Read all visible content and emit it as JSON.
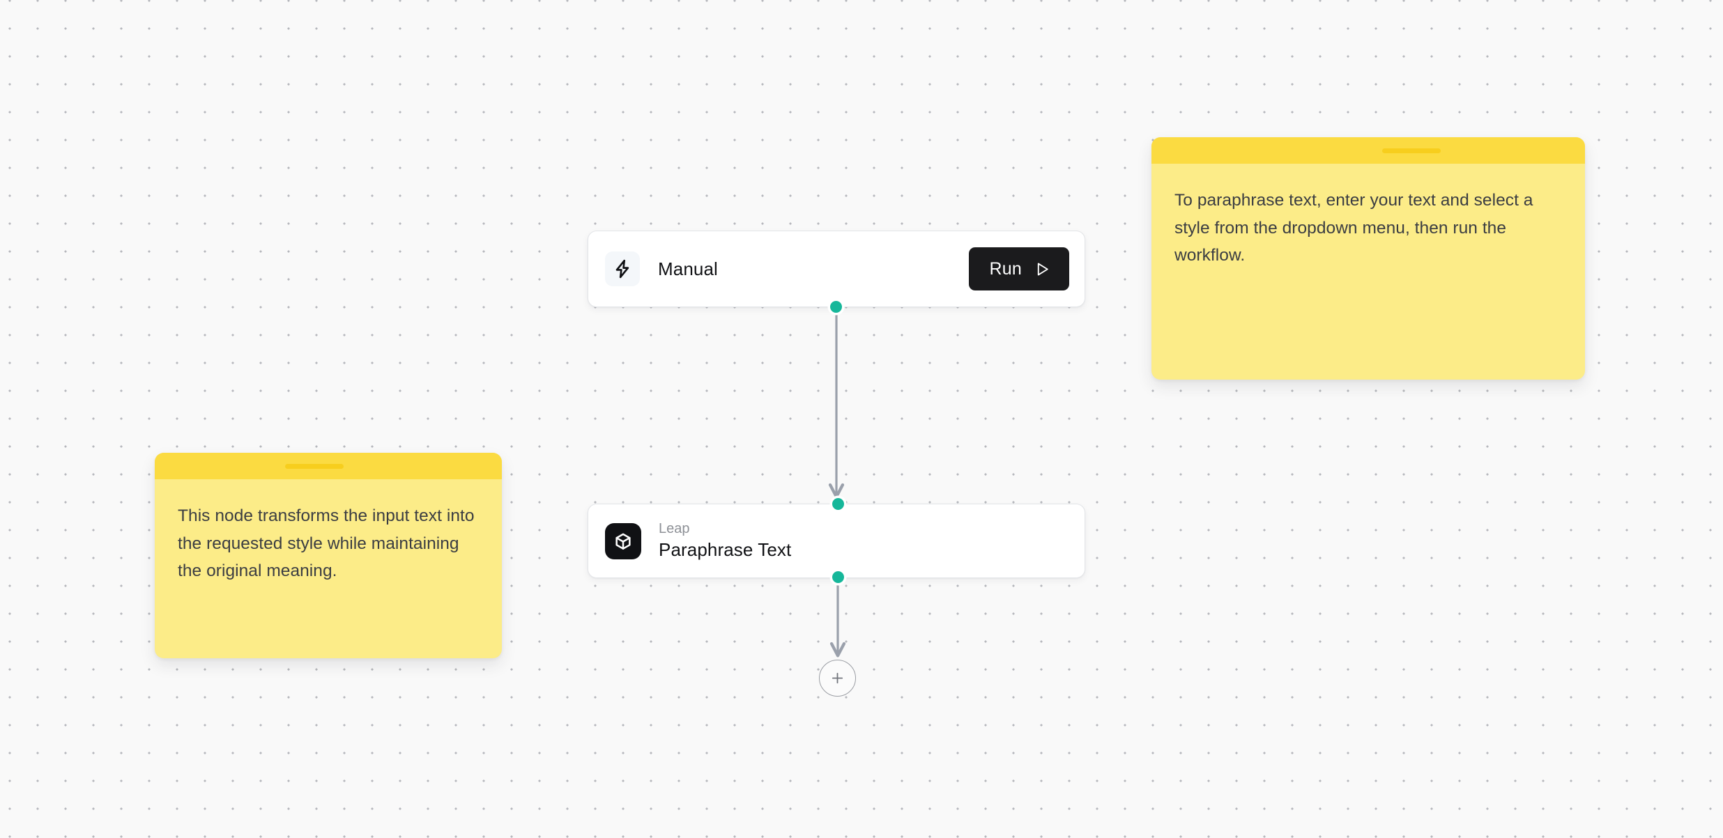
{
  "canvas": {
    "background_color": "#f9f9f9",
    "dot_color": "#b6b8bd"
  },
  "nodes": {
    "manual": {
      "title": "Manual",
      "icon": "lightning-bolt-icon",
      "run_label": "Run",
      "run_icon": "play-triangle-icon",
      "accent_color": "#1b1b1d"
    },
    "leap": {
      "subtitle": "Leap",
      "title": "Paraphrase Text",
      "icon": "cube-icon",
      "icon_bg": "#101114"
    }
  },
  "connectors": {
    "dot_color": "#16b79a",
    "line_color": "#9aa0ab",
    "add_label": "+",
    "add_icon": "plus-icon"
  },
  "sticky_notes": {
    "left": {
      "text": "This node transforms the input text into the requested style while maintaining the original meaning.",
      "header_color": "#fbdb41",
      "body_color": "#fcec88"
    },
    "right": {
      "text": "To paraphrase text, enter your text and select a style from the dropdown menu, then run the workflow.",
      "header_color": "#fbdb41",
      "body_color": "#fcec88"
    }
  }
}
